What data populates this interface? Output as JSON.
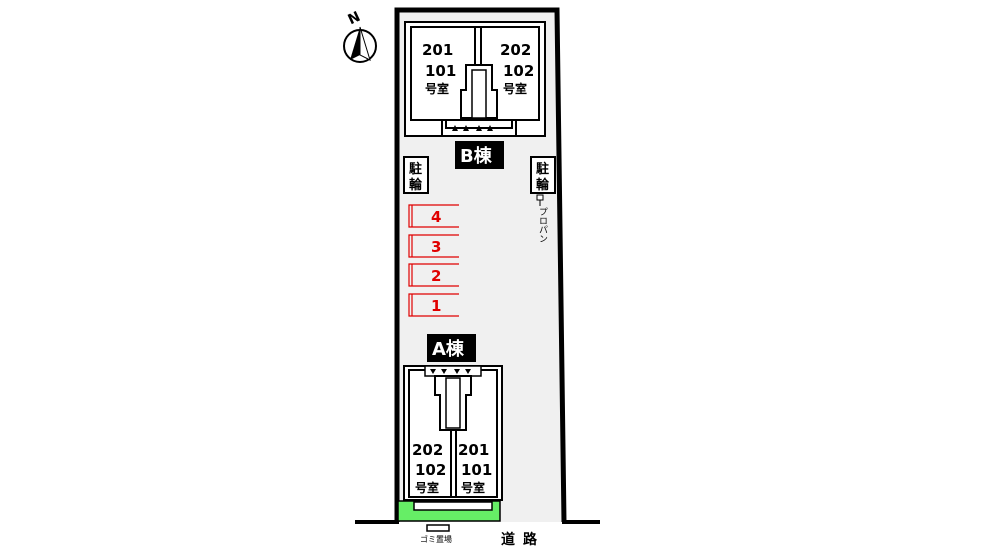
{
  "north": {
    "label": "N"
  },
  "building_b": {
    "label": "B棟",
    "units": [
      {
        "upper": "201",
        "lower": "101",
        "suffix": "号室"
      },
      {
        "upper": "202",
        "lower": "102",
        "suffix": "号室"
      }
    ]
  },
  "building_a": {
    "label": "A棟",
    "units": [
      {
        "upper": "202",
        "lower": "102",
        "suffix": "号室"
      },
      {
        "upper": "201",
        "lower": "101",
        "suffix": "号室"
      }
    ]
  },
  "bike_parking": {
    "line1": "駐",
    "line2": "輪"
  },
  "propane": {
    "label": "プロパン"
  },
  "parking_spaces": [
    "4",
    "3",
    "2",
    "1"
  ],
  "road": {
    "label": "道路"
  },
  "garbage": {
    "label": "ゴミ置場"
  },
  "colors": {
    "parking": "#e00000",
    "green": "#66ee66",
    "site": "#f0f0f0"
  }
}
